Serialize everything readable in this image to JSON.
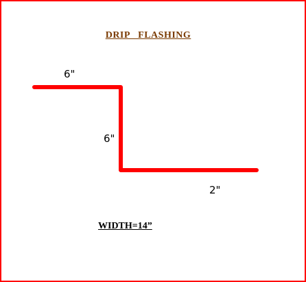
{
  "title": "DRIP   FLASHING",
  "colors": {
    "border": "#ff0000",
    "profile_line": "#ff0000",
    "title_text": "#7a3a00",
    "label_text": "#000000"
  },
  "segments": [
    {
      "label": "6\""
    },
    {
      "label": "6\""
    },
    {
      "label": "2\""
    }
  ],
  "width_note": "WIDTH=14”"
}
